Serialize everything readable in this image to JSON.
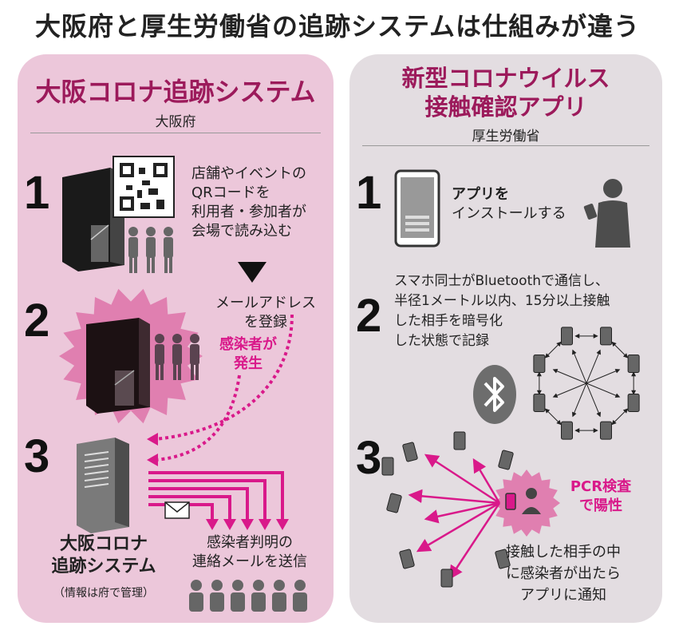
{
  "title": "大阪府と厚生労働省の追跡システムは仕組みが違う",
  "left": {
    "title": "大阪コロナ追跡システム",
    "org": "大阪府",
    "steps": [
      {
        "num": "1",
        "text": [
          "店舗やイベントの",
          "QRコードを",
          "利用者・参加者が",
          "会場で読み込む"
        ]
      },
      {
        "num": "2",
        "text": [
          "メールアドレス",
          "を登録"
        ],
        "highlight": [
          "感染者が",
          "発生"
        ]
      },
      {
        "num": "3",
        "system_name": [
          "大阪コロナ",
          "追跡システム"
        ],
        "system_note": "（情報は府で管理）",
        "mail_text": [
          "感染者判明の",
          "連絡メールを送信"
        ]
      }
    ]
  },
  "right": {
    "title": [
      "新型コロナウイルス",
      "接触確認アプリ"
    ],
    "org": "厚生労働省",
    "steps": [
      {
        "num": "1",
        "text": [
          "アプリを",
          "インストールする"
        ]
      },
      {
        "num": "2",
        "text": [
          "スマホ同士がBluetoothで通信し、",
          "半径1メートル以内、15分以上接触",
          "した相手を暗号化",
          "した状態で記録"
        ]
      },
      {
        "num": "3",
        "highlight": [
          "PCR検査",
          "で陽性"
        ],
        "text": [
          "接触した相手の中",
          "に感染者が出たら",
          "アプリに通知"
        ]
      }
    ]
  },
  "colors": {
    "accent": "#d9198a",
    "title_color": "#9c1a5b",
    "left_bg": "#ecc7da",
    "right_bg": "#e3dde1"
  }
}
